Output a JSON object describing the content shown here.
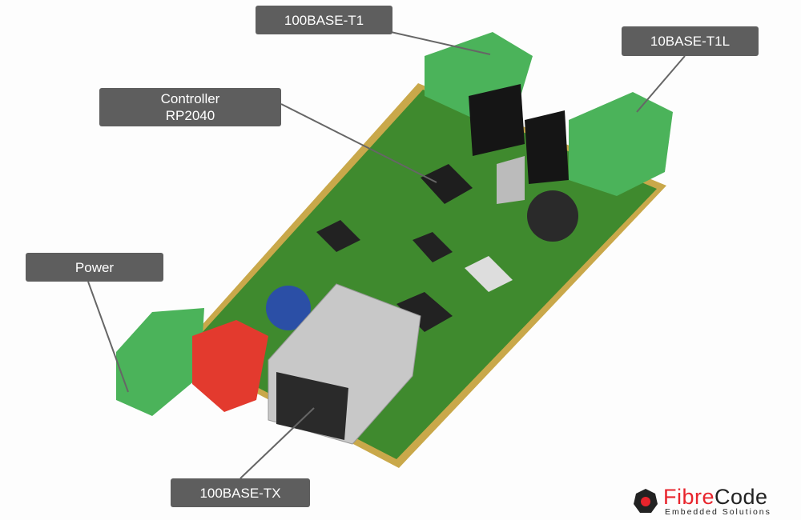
{
  "callouts": {
    "t1": "100BASE-T1",
    "t1l": "10BASE-T1L",
    "controller_line1": "Controller",
    "controller_line2": "RP2040",
    "power": "Power",
    "tx": "100BASE-TX"
  },
  "logo": {
    "name_part1": "Fibre",
    "name_part2": "Code",
    "tagline": "Embedded Solutions"
  },
  "colors": {
    "callout_bg": "#5e5e5e",
    "pcb_green": "#3f8a2e",
    "terminal_green": "#4bb35a",
    "brand_red": "#e8242c"
  }
}
